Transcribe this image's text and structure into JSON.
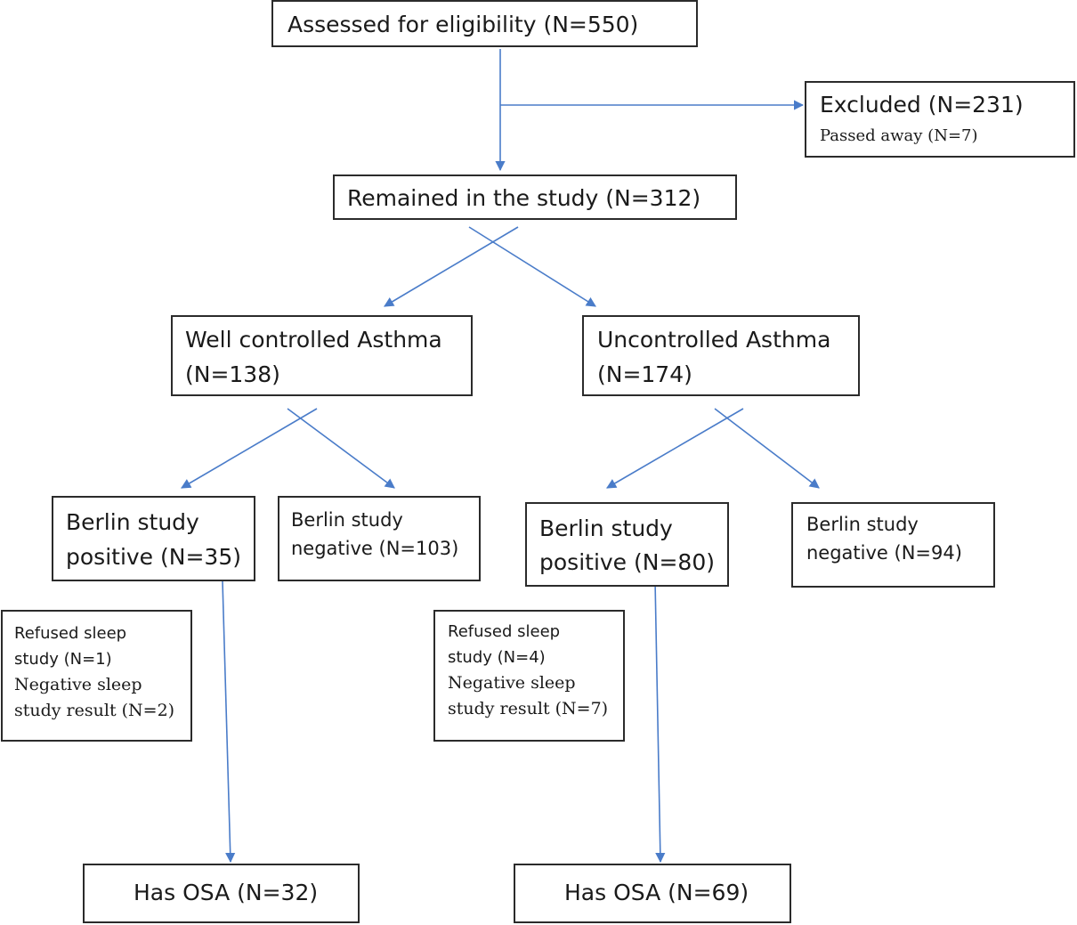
{
  "assessed": {
    "label": "Assessed for eligibility (N=550)"
  },
  "excluded": {
    "title": "Excluded (N=231)",
    "detail": "Passed away (N=7)"
  },
  "remained": {
    "label": "Remained in the study (N=312)"
  },
  "well_controlled": {
    "line1": "Well controlled Asthma",
    "line2": "(N=138)"
  },
  "uncontrolled": {
    "line1": "Uncontrolled Asthma",
    "line2": "(N=174)"
  },
  "well_positive": {
    "line1": "Berlin study",
    "line2": "positive (N=35)"
  },
  "well_negative": {
    "line1": "Berlin study",
    "line2": "negative (N=103)"
  },
  "uncon_positive": {
    "line1": "Berlin study",
    "line2": "positive (N=80)"
  },
  "uncon_negative": {
    "line1": "Berlin study",
    "line2": "negative (N=94)"
  },
  "well_refused": {
    "line1": "Refused sleep",
    "line2": "study (N=1)",
    "line3": "Negative sleep",
    "line4": "study result (N=2)"
  },
  "uncon_refused": {
    "line1": "Refused sleep",
    "line2": "study (N=4)",
    "line3": "Negative sleep",
    "line4": "study result (N=7)"
  },
  "well_osa": {
    "label": "Has OSA (N=32)"
  },
  "uncon_osa": {
    "label": "Has OSA (N=69)"
  },
  "colors": {
    "arrow": "#4a7cc9",
    "border": "#2b2b2b",
    "text": "#1a1a1a"
  }
}
